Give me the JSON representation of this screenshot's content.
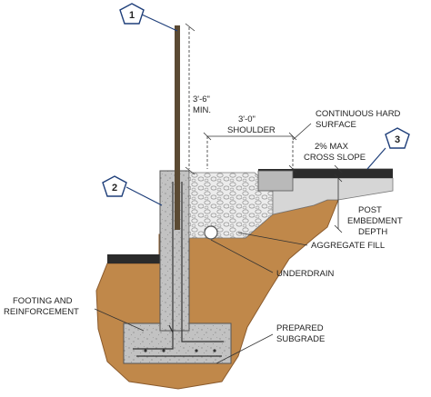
{
  "colors": {
    "soil": "#c0884a",
    "soil_dark": "#8a5a2c",
    "concrete": "#bcbcbc",
    "concrete_dark": "#9a9a9a",
    "aggregate": "#e9e9e9",
    "pavement": "#2b2b2b",
    "pavement_base": "#d6d6d6",
    "post": "#5b4a33",
    "line": "#1f3f7a",
    "dim": "#333333"
  },
  "callouts": [
    {
      "number": "1",
      "target": "post"
    },
    {
      "number": "2",
      "target": "wall"
    },
    {
      "number": "3",
      "target": "pavement"
    }
  ],
  "labels": {
    "height_value": "3'-6\"",
    "height_unit": "MIN.",
    "shoulder_value": "3'-0\"",
    "shoulder_label": "SHOULDER",
    "hard_surface_line1": "CONTINUOUS HARD",
    "hard_surface_line2": "SURFACE",
    "slope_line1": "2% MAX",
    "slope_line2": "CROSS SLOPE",
    "embedment_line1": "POST",
    "embedment_line2": "EMBEDMENT",
    "embedment_line3": "DEPTH",
    "aggregate": "AGGREGATE FILL",
    "underdrain": "UNDERDRAIN",
    "footing_line1": "FOOTING AND",
    "footing_line2": "REINFORCEMENT",
    "subgrade_line1": "PREPARED",
    "subgrade_line2": "SUBGRADE"
  },
  "icons": {
    "callout_shape": "pentagon-icon",
    "drain_pipe": "pipe-icon"
  }
}
